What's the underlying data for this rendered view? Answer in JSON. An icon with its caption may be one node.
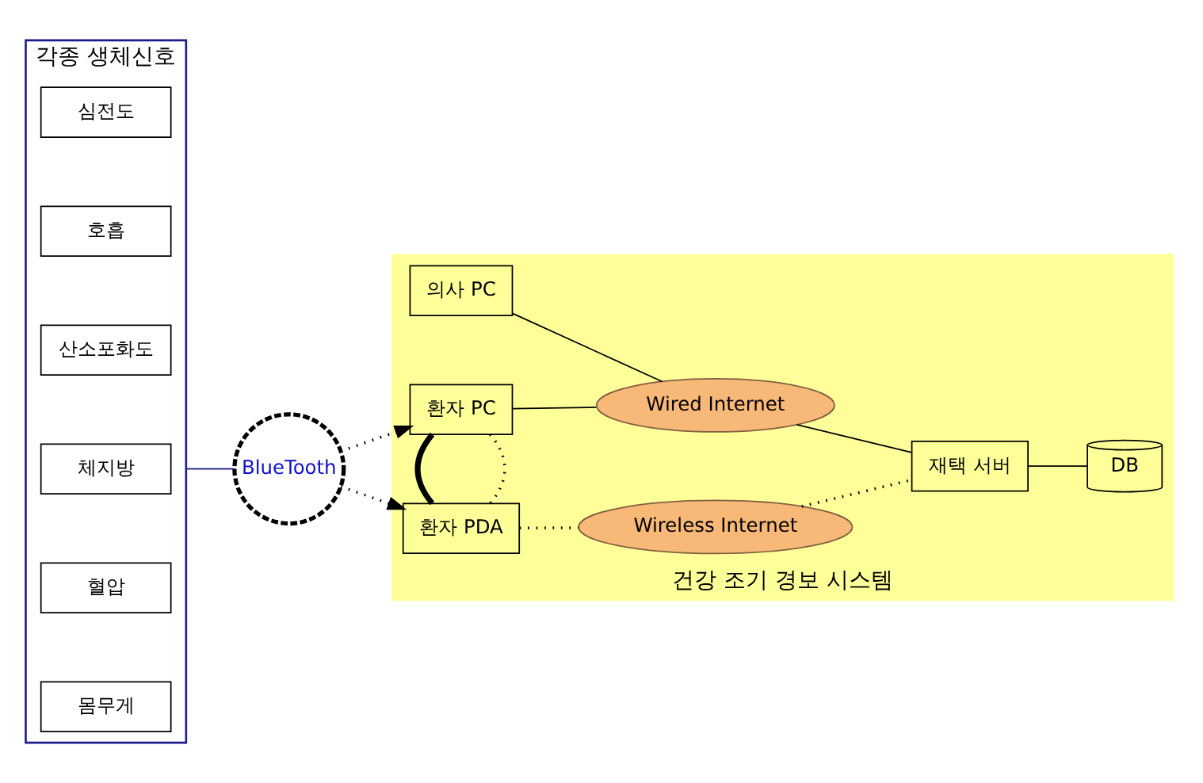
{
  "diagram": {
    "nodes": [
      {
        "text": [
          "각종 생체신호"
        ]
      },
      {
        "text": [
          "심전도"
        ],
        "in": 0
      },
      {
        "text": [
          "호흡"
        ],
        "in": 0
      },
      {
        "text": [
          "산소포화도"
        ],
        "in": 0
      },
      {
        "text": [
          "체지방"
        ],
        "in": 0
      },
      {
        "text": [
          "혈압"
        ],
        "in": 0
      },
      {
        "text": [
          "몸무게"
        ],
        "in": 0
      },
      {
        "text": [
          "BlueTooth"
        ]
      },
      {
        "text": [
          "건강 조기 경보 시스템"
        ]
      },
      {
        "text": [
          "의사 PC"
        ],
        "in": 8
      },
      {
        "text": [
          "환자 PC"
        ],
        "in": 8
      },
      {
        "text": [
          "Wired Internet"
        ],
        "in": 8
      },
      {
        "text": [
          "환자 PDA"
        ],
        "in": 8
      },
      {
        "text": [
          "Wireless Internet"
        ],
        "in": 8
      },
      {
        "text": [
          "재택 서버"
        ],
        "in": 8
      },
      {
        "text": [
          "DB"
        ],
        "in": 8
      }
    ],
    "edges": [
      {
        "from": 0,
        "to": 7,
        "arrow": "none",
        "color": "#1c1c8c"
      },
      {
        "from": 7,
        "to": 10,
        "arrow": "to",
        "style": "dashed"
      },
      {
        "from": 7,
        "to": 12,
        "arrow": "to",
        "style": "dashed"
      },
      {
        "from": 10,
        "to": 12,
        "arrow": "none",
        "style": "dashed"
      },
      {
        "from": 10,
        "to": 12,
        "arrow": "none",
        "style": "thick"
      },
      {
        "from": 9,
        "to": 11,
        "arrow": "none"
      },
      {
        "from": 10,
        "to": 11,
        "arrow": "none"
      },
      {
        "from": 11,
        "to": 14,
        "arrow": "none"
      },
      {
        "from": 12,
        "to": 13,
        "arrow": "none",
        "style": "dashed"
      },
      {
        "from": 13,
        "to": 14,
        "arrow": "none",
        "style": "dashed"
      },
      {
        "from": 14,
        "to": 15,
        "arrow": "none"
      }
    ]
  }
}
